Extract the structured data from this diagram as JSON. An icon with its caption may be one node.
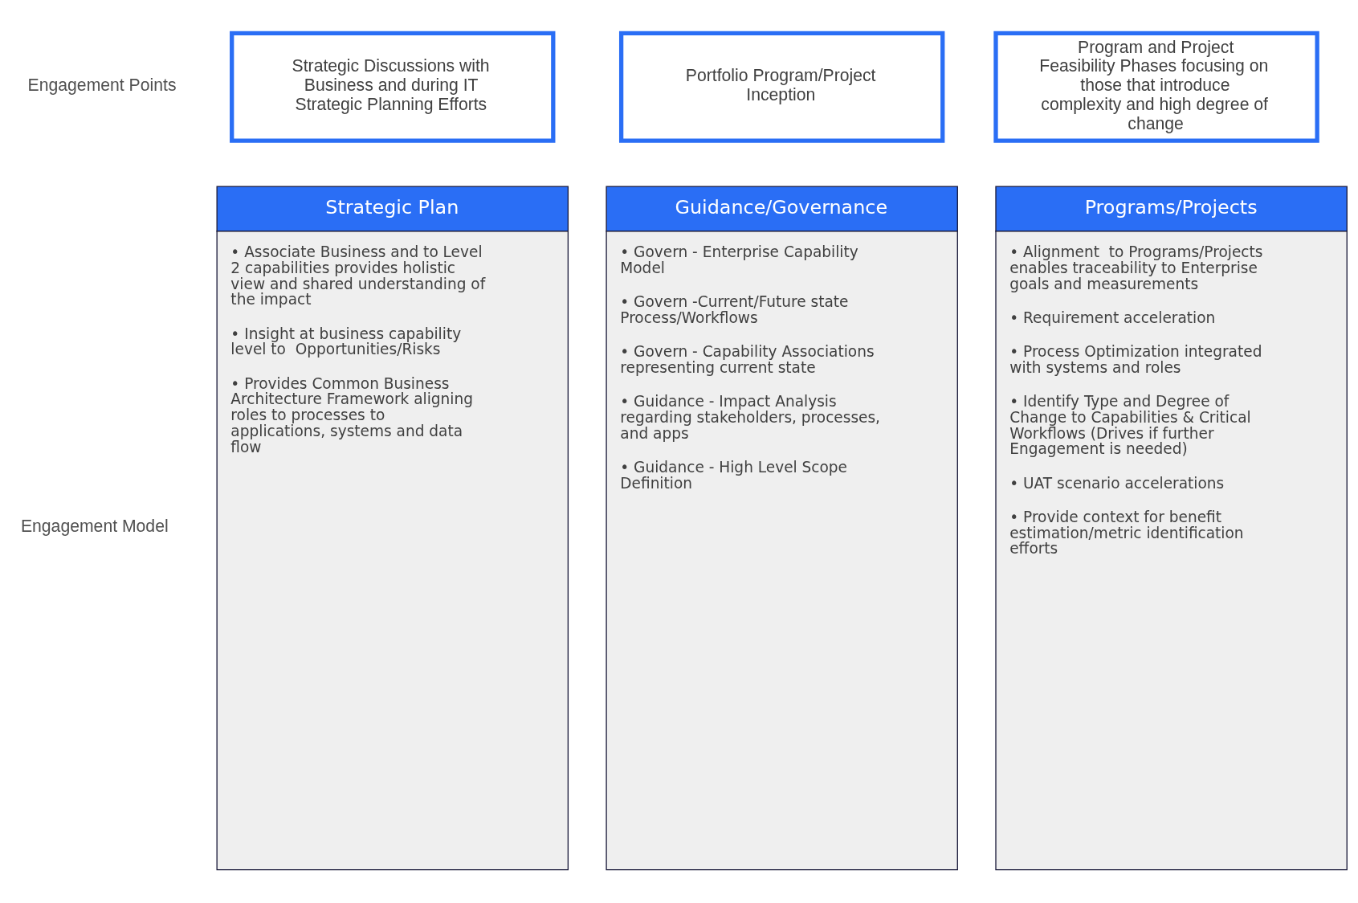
{
  "diagram": {
    "nodes": [
      {
        "text": [
          "Strategic Discussions with Business and during IT Strategic Planning Efforts"
        ]
      },
      {
        "text": [
          "Portfolio Program/Project Inception"
        ]
      },
      {
        "text": [
          "Program and Project Feasibility Phases focusing on those that introduce complexity and high degree of change"
        ]
      },
      {
        "text": [
          "Strategic Plan",
          "• Associate Business and to Level 2 capabilities provides holistic view and shared understanding of the impact",
          "• Insight at business capability level to  Opportunities/Risks",
          "• Provides Common Business Architecture Framework aligning roles to processes to applications, systems and data flow"
        ]
      },
      {
        "text": [
          "Guidance/Governance",
          "• Govern - Enterprise Capability Model",
          "• Govern -Current/Future state Process/Workflows",
          "• Govern - Capability Associations representing current state",
          "• Guidance - Impact Analysis regarding stakeholders, processes, and apps",
          "• Guidance - High Level Scope Definition"
        ]
      },
      {
        "text": [
          "Programs/Projects",
          "• Alignment  to Programs/Projects enables traceability to Enterprise goals and measurements",
          "• Requirement acceleration",
          "• Process Optimization integrated with systems and roles",
          "• Identify Type and Degree of Change to Capabilities & Critical Workflows (Drives if further Engagement is needed)",
          "• UAT scenario accelerations",
          "• Provide context for benefit estimation/metric identification efforts"
        ]
      }
    ],
    "edges": [],
    "labels": [
      "Engagement Points",
      "Engagement Model"
    ]
  }
}
